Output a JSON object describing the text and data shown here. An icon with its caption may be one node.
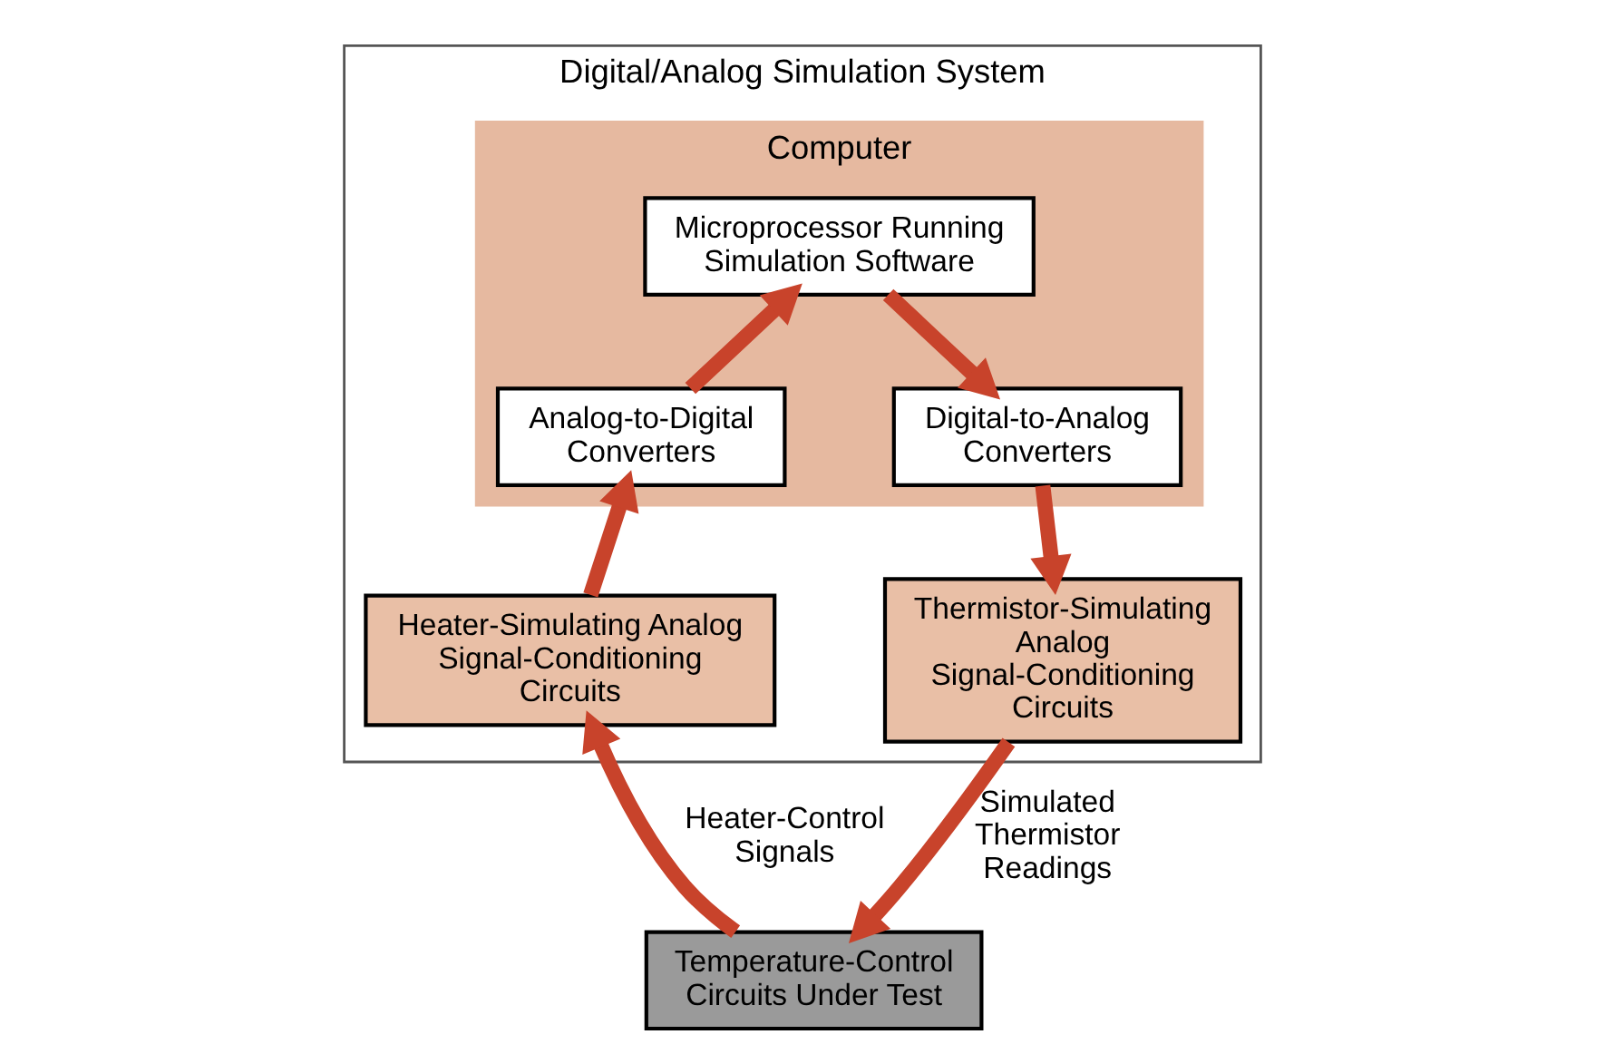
{
  "diagram": {
    "nodes": [
      {
        "text": [
          "Digital/Analog Simulation System"
        ]
      },
      {
        "text": [
          "Computer"
        ],
        "in": 0
      },
      {
        "text": [
          "Microprocessor Running Simulation Software"
        ],
        "in": 1
      },
      {
        "text": [
          "Analog-to-Digital Converters"
        ],
        "in": 1
      },
      {
        "text": [
          "Digital-to-Analog Converters"
        ],
        "in": 1
      },
      {
        "text": [
          "Heater-Simulating Analog Signal-Conditioning Circuits"
        ],
        "in": 0
      },
      {
        "text": [
          "Thermistor-Simulating Analog Signal-Conditioning Circuits"
        ],
        "in": 0
      },
      {
        "text": [
          "Temperature-Control Circuits Under Test"
        ]
      }
    ],
    "edges": [
      {
        "from": 3,
        "to": 2,
        "arrow": "to"
      },
      {
        "from": 2,
        "to": 4,
        "arrow": "to"
      },
      {
        "from": 4,
        "to": 6,
        "arrow": "to"
      },
      {
        "from": 5,
        "to": 3,
        "arrow": "to"
      },
      {
        "from": 7,
        "to": 5,
        "arrow": "to",
        "label": "Heater-Control Signals"
      },
      {
        "from": 6,
        "to": 7,
        "arrow": "to",
        "label": "Simulated Thermistor Readings"
      }
    ]
  }
}
